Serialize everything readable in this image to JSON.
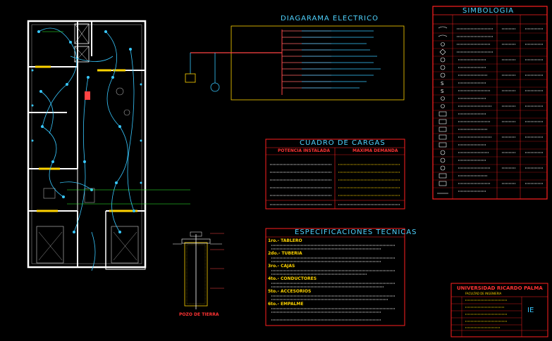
{
  "titles": {
    "diagram": "DIAGARAMA ELECTRICO",
    "symbols": "SIMBOLOGIA",
    "loads": "CUADRO DE CARGAS",
    "specs": "ESPECIFICACIONES TECNICAS",
    "grounding": "POZO DE TIERRA"
  },
  "loads": {
    "col_installed": "POTENCIA INSTALADA",
    "col_demand": "MAXIMA DEMANDA"
  },
  "specs": {
    "items": [
      "1ro.- TABLERO",
      "2do.- TUBERIA",
      "3ro.- CAJAS",
      "4to.- CONDUCTORES",
      "5to.- ACCESORIOS",
      "6to.- EMPALME"
    ]
  },
  "title_block": {
    "university": "UNIVERSIDAD RICARDO PALMA",
    "faculty": "FACULTAD DE INGENIERIA",
    "sheet": "IE"
  },
  "colors": {
    "background": "#000000",
    "wall": "#ffffff",
    "circuit": "#38c8ff",
    "accent": "#ffd400",
    "frame": "#ff2020"
  }
}
